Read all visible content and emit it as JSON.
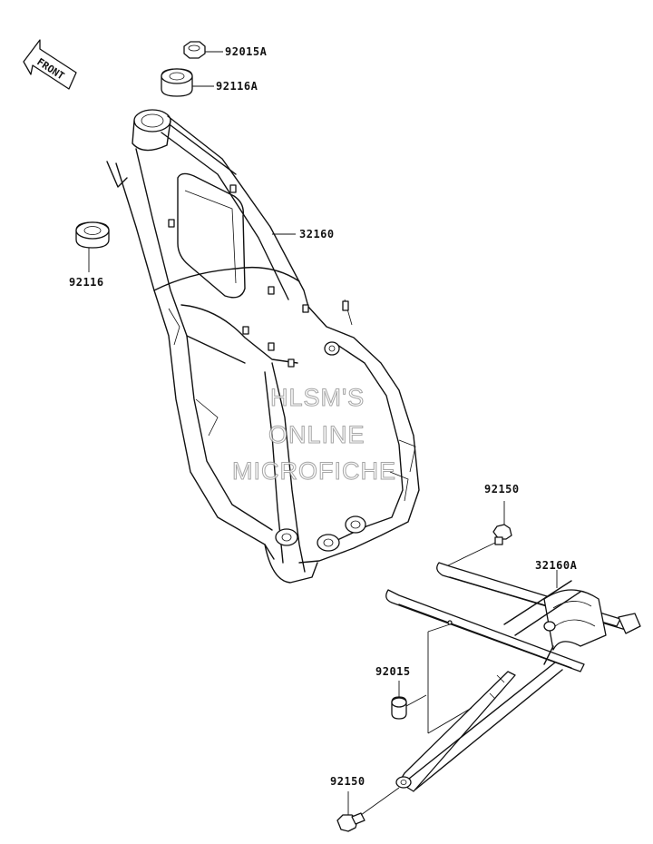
{
  "front_arrow_label": "FRONT",
  "parts": [
    {
      "id": "92015A",
      "label": "92015A"
    },
    {
      "id": "92116A",
      "label": "92116A"
    },
    {
      "id": "32160",
      "label": "32160"
    },
    {
      "id": "92116",
      "label": "92116"
    },
    {
      "id": "92150-top",
      "label": "92150"
    },
    {
      "id": "32160A",
      "label": "32160A"
    },
    {
      "id": "92015",
      "label": "92015"
    },
    {
      "id": "92150-bottom",
      "label": "92150"
    }
  ],
  "watermark": {
    "line1": "HLSM'S",
    "line2": "ONLINE",
    "line3": "MICROFICHE"
  }
}
